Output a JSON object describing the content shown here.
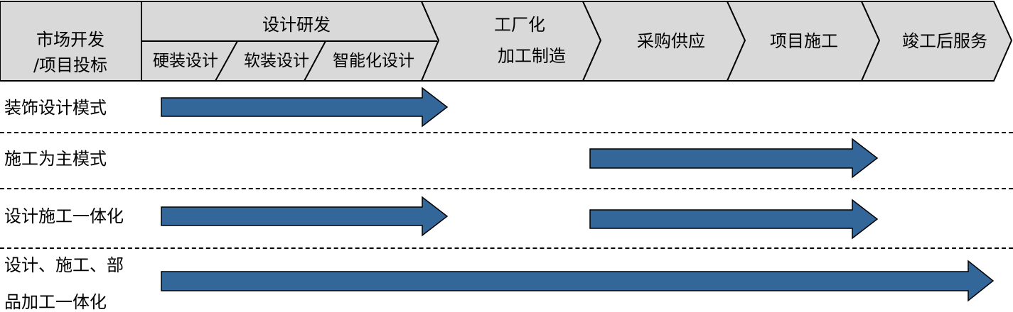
{
  "header": {
    "stage_1_line1": "市场开发",
    "stage_1_line2": "/项目投标",
    "stage_2": "设计研发",
    "stage_2_sub": [
      "硬装设计",
      "软装设计",
      "智能化设计"
    ],
    "stage_3_line1": "工厂化",
    "stage_3_line2": "加工制造",
    "stage_4": "采购供应",
    "stage_5": "项目施工",
    "stage_6": "竣工后服务"
  },
  "rows": [
    {
      "label": "装饰设计模式"
    },
    {
      "label": "施工为主模式"
    },
    {
      "label": "设计施工一体化"
    },
    {
      "label_line1": "设计、施工、部",
      "label_line2": "品加工一体化"
    }
  ],
  "colors": {
    "header_fill": "#d9d9d9",
    "arrow_fill": "#336699",
    "arrow_stroke": "#000000"
  }
}
